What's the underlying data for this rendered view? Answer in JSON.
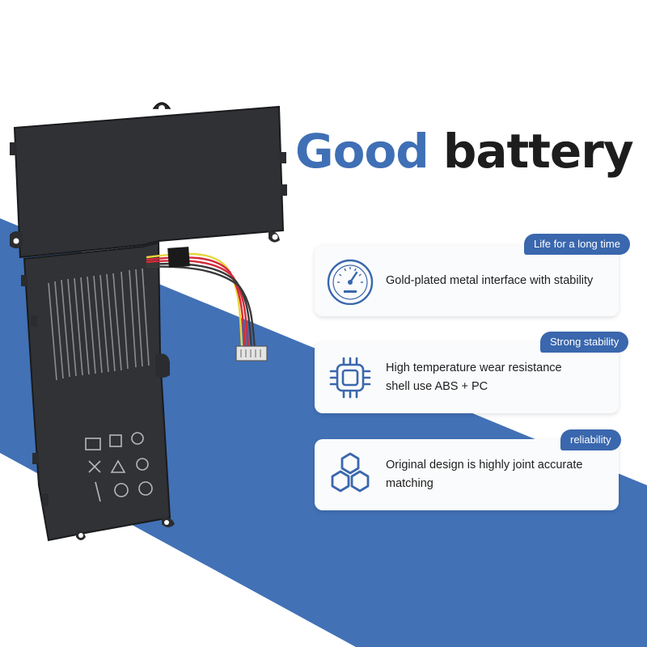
{
  "headline": {
    "word1": "Good",
    "word2": "battery"
  },
  "features": [
    {
      "tag": "Life for a long time",
      "line1": "Gold-plated metal interface with stability",
      "line2": "",
      "icon": "gauge-icon"
    },
    {
      "tag": "Strong stability",
      "line1": "High temperature wear resistance",
      "line2": "shell use ABS + PC",
      "icon": "chip-icon"
    },
    {
      "tag": "reliability",
      "line1": "Original design is highly joint accurate",
      "line2": "matching",
      "icon": "hexagons-icon"
    }
  ],
  "colors": {
    "blue": "#3f6fb5",
    "tag": "#3a67ad",
    "dark": "#1d1d1d",
    "battery": "#2e3033"
  }
}
